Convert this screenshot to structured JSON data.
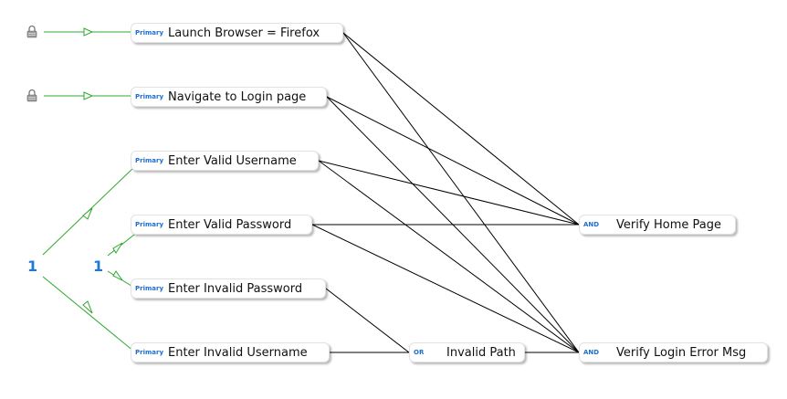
{
  "colors": {
    "tag": "#1f6fd0",
    "gate_number": "#1f78d6",
    "green_link": "#2fa82f",
    "black_link": "#000000"
  },
  "icons": [
    "lock-icon",
    "lock-icon"
  ],
  "causes": [
    {
      "id": "c1",
      "tag": "Primary",
      "label": "Launch Browser = Firefox"
    },
    {
      "id": "c2",
      "tag": "Primary",
      "label": "Navigate to Login page"
    },
    {
      "id": "c3",
      "tag": "Primary",
      "label": "Enter Valid Username"
    },
    {
      "id": "c4",
      "tag": "Primary",
      "label": "Enter Valid Password"
    },
    {
      "id": "c5",
      "tag": "Primary",
      "label": "Enter Invalid Password"
    },
    {
      "id": "c6",
      "tag": "Primary",
      "label": "Enter Invalid Username"
    }
  ],
  "intermediate": [
    {
      "id": "i1",
      "tag": "OR",
      "label": "Invalid Path"
    }
  ],
  "effects": [
    {
      "id": "e1",
      "tag": "AND",
      "label": "Verify Home Page"
    },
    {
      "id": "e2",
      "tag": "AND",
      "label": "Verify Login Error Msg"
    }
  ],
  "constraints": [
    {
      "id": "g1",
      "label": "1"
    },
    {
      "id": "g2",
      "label": "1"
    }
  ],
  "links": [
    {
      "from": "c1",
      "to": "e1"
    },
    {
      "from": "c1",
      "to": "e2"
    },
    {
      "from": "c2",
      "to": "e1"
    },
    {
      "from": "c2",
      "to": "e2"
    },
    {
      "from": "c3",
      "to": "e1"
    },
    {
      "from": "c3",
      "to": "e2"
    },
    {
      "from": "c4",
      "to": "e1"
    },
    {
      "from": "c4",
      "to": "e2"
    },
    {
      "from": "c5",
      "to": "i1"
    },
    {
      "from": "c6",
      "to": "i1"
    },
    {
      "from": "i1",
      "to": "e2"
    }
  ]
}
